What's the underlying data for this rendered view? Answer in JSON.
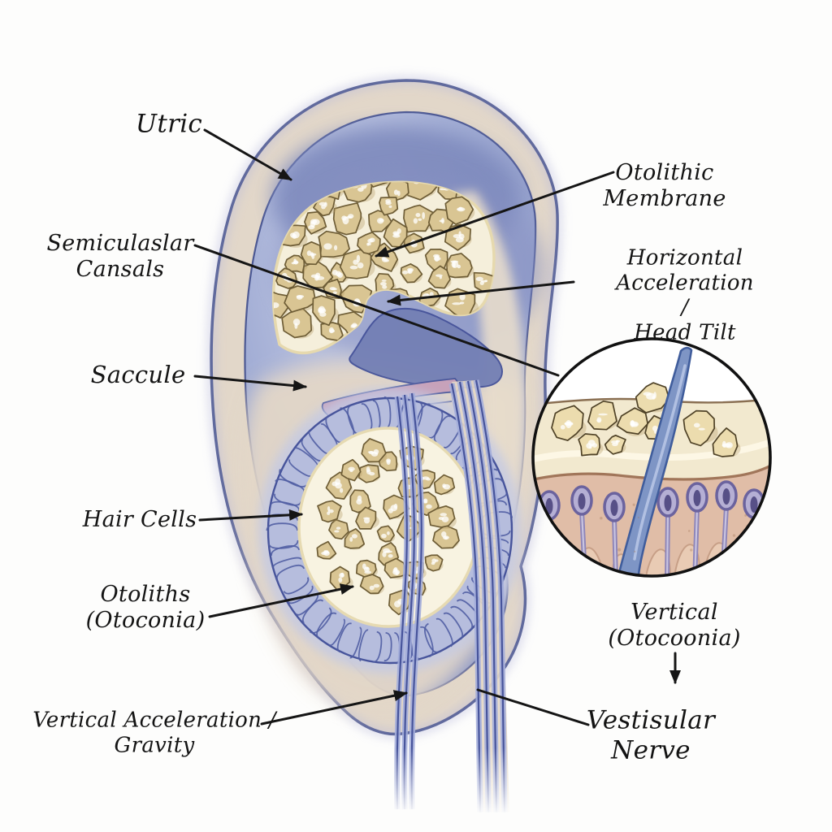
{
  "figure_labels": {
    "utricle": "Utric",
    "semicircular_canals": "Semiculaslar\nCansals",
    "saccule": "Saccule",
    "hair_cells": "Hair Cells",
    "otoliths": "Otoliths\n(Otoconia)",
    "vertical_acceleration": "Vertical Acceleration /\nGravity",
    "otolithic_membrane": "Otolithic\nMembrane",
    "horizontal_acceleration": "Horizontal Acceleration /\nHead Tilt",
    "vertical_otoconia": "Vertical\n(Otocoonia)",
    "vestibular_nerve": "Vestisular\nNerve"
  },
  "colors": {
    "outline_navy": "#36437f",
    "inner_line_navy": "#46539a",
    "band_cream": "#e2d7c9",
    "interior_light": "#c9cfe7",
    "interior_mid": "#a3aed5",
    "interior_deep": "#8793c4",
    "dome_blue": "#7e8abd",
    "lower_beige": "#e3d7c8",
    "macula_cream": "#f5efdb",
    "macula_edge": "#e6d9ae",
    "otoconia_fill": "#d9c593",
    "otoconia_shade": "#b49b63",
    "otoconia_outline": "#6e5d36",
    "tongue_blue": "#7480b5",
    "pink_membrane": "#c7a2ba",
    "fringe_ring": "#b6bddd",
    "fringe_line": "#4e5ca2",
    "saccule_cream": "#f8f3e1",
    "nerve_light": "#a3adda",
    "nerve_line": "#47549b",
    "nerve_beige": "#e4d8c6",
    "inset_outline": "#111111",
    "inset_membrane": "#f2e9cf",
    "inset_membrane_line": "#8a6f52",
    "inset_highlight": "#fdf8e6",
    "inset_tissue": "#e0bda7",
    "inset_tissue_line": "#a1765a",
    "hair_tip_fill": "#b5afd4",
    "hair_tip_outline": "#6b639e",
    "hair_tip_slot": "#575087",
    "hair_stalk": "#8d85b8",
    "hair_body": "#e9cbb4",
    "hair_body_line": "#c79f87",
    "kinocilium_fill": "#7e95c5",
    "kinocilium_line": "#405d9c",
    "inset_crystal_fill": "#ecdcae",
    "leader_line": "#151515",
    "label_text": "#141414"
  }
}
